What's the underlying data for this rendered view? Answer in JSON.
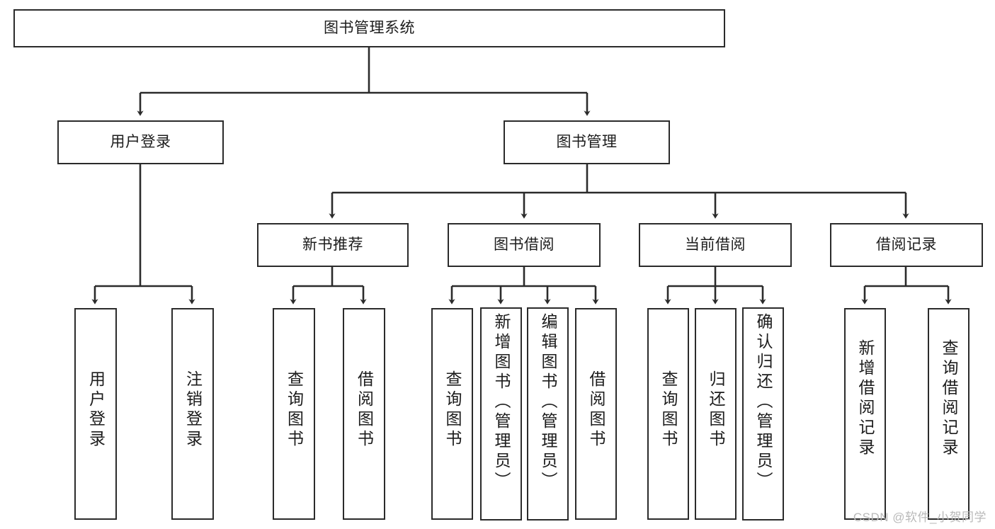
{
  "diagram": {
    "type": "tree-hierarchy",
    "title": "图书管理系统",
    "watermark": "CSDN @软件_小贺同学",
    "colors": {
      "box_border": "#2b2b2b",
      "box_fill": "#ffffff",
      "edge": "#2b2b2b",
      "text": "#1c1c1c",
      "watermark": "#b9b9b9"
    },
    "levels": {
      "root": "图书管理系统",
      "level2": [
        "用户登录",
        "图书管理"
      ],
      "level3": [
        "新书推荐",
        "图书借阅",
        "当前借阅",
        "借阅记录"
      ]
    },
    "nodes": {
      "root": {
        "label": "图书管理系统"
      },
      "user_login": {
        "label": "用户登录"
      },
      "book_manage": {
        "label": "图书管理"
      },
      "new_book_rec": {
        "label": "新书推荐"
      },
      "book_borrow": {
        "label": "图书借阅"
      },
      "current_borrow": {
        "label": "当前借阅"
      },
      "borrow_record": {
        "label": "借阅记录"
      },
      "leaf_user_login": {
        "label": "用户登录"
      },
      "leaf_logout": {
        "label": "注销登录"
      },
      "leaf_query_book_1": {
        "label": "查询图书"
      },
      "leaf_borrow_book_1": {
        "label": "借阅图书"
      },
      "leaf_query_book_2": {
        "label": "查询图书"
      },
      "leaf_add_book": {
        "label": "新增图书（管理员）"
      },
      "leaf_edit_book": {
        "label": "编辑图书（管理员）"
      },
      "leaf_borrow_book_2": {
        "label": "借阅图书"
      },
      "leaf_query_book_3": {
        "label": "查询图书"
      },
      "leaf_return_book": {
        "label": "归还图书"
      },
      "leaf_confirm_return": {
        "label": "确认归还（管理员）"
      },
      "leaf_add_record": {
        "label": "新增借阅记录"
      },
      "leaf_query_record": {
        "label": "查询借阅记录"
      }
    },
    "edges": [
      {
        "from": "图书管理系统",
        "to": "用户登录"
      },
      {
        "from": "图书管理系统",
        "to": "图书管理"
      },
      {
        "from": "用户登录",
        "to": "用户登录"
      },
      {
        "from": "用户登录",
        "to": "注销登录"
      },
      {
        "from": "图书管理",
        "to": "新书推荐"
      },
      {
        "from": "图书管理",
        "to": "图书借阅"
      },
      {
        "from": "图书管理",
        "to": "当前借阅"
      },
      {
        "from": "图书管理",
        "to": "借阅记录"
      },
      {
        "from": "新书推荐",
        "to": "查询图书"
      },
      {
        "from": "新书推荐",
        "to": "借阅图书"
      },
      {
        "from": "图书借阅",
        "to": "查询图书"
      },
      {
        "from": "图书借阅",
        "to": "新增图书（管理员）"
      },
      {
        "from": "图书借阅",
        "to": "编辑图书（管理员）"
      },
      {
        "from": "图书借阅",
        "to": "借阅图书"
      },
      {
        "from": "当前借阅",
        "to": "查询图书"
      },
      {
        "from": "当前借阅",
        "to": "归还图书"
      },
      {
        "from": "当前借阅",
        "to": "确认归还（管理员）"
      },
      {
        "from": "借阅记录",
        "to": "新增借阅记录"
      },
      {
        "from": "借阅记录",
        "to": "查询借阅记录"
      }
    ]
  }
}
